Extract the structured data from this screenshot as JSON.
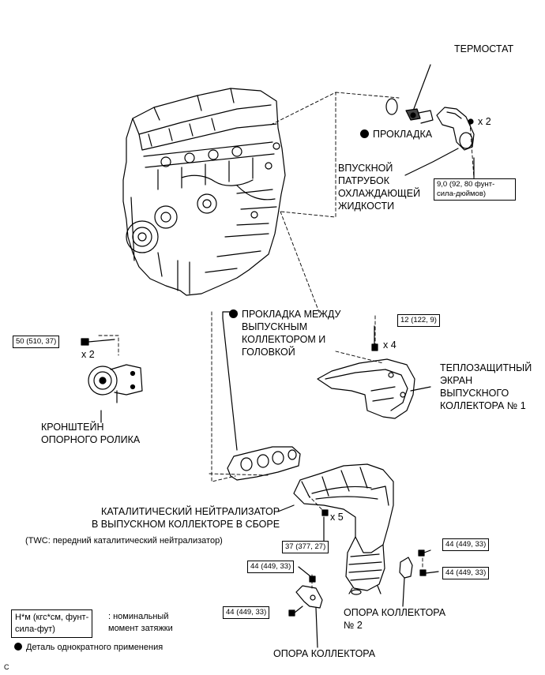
{
  "labels": {
    "thermostat": "ТЕРМОСТАТ",
    "gasket": "ПРОКЛАДКА",
    "x2_thermostat": "x 2",
    "water_inlet": "ВПУСКНОЙ\nПАТРУБОК\nОХЛАЖДАЮЩЕЙ\nЖИДКОСТИ",
    "manifold_gasket": "ПРОКЛАДКА МЕЖДУ\nВЫПУСКНЫМ\nКОЛЛЕКТОРОМ И\nГОЛОВКОЙ",
    "x2_idler": "x 2",
    "idler_bracket": "КРОНШТЕЙН\nОПОРНОГО РОЛИКА",
    "x4": "x 4",
    "heat_insulator": "ТЕПЛОЗАЩИТНЫЙ\nЭКРАН\nВЫПУСКНОГО\nКОЛЛЕКТОРА № 1",
    "converter": "КАТАЛИТИЧЕСКИЙ НЕЙТРАЛИЗАТОР\nВ ВЫПУСКНОМ КОЛЛЕКТОРЕ В СБОРЕ",
    "twc_note": "(TWC: передний каталитический нейтрализатор)",
    "x5": "x 5",
    "stay2": "ОПОРА КОЛЛЕКТОРА\n№ 2",
    "stay": "ОПОРА КОЛЛЕКТОРА",
    "corner_mark": "C"
  },
  "torque": {
    "inlet": "9,0 (92, 80 фунт-\nсила-дюймов)",
    "idler": "50 (510, 37)",
    "insulator": "12 (122, 9)",
    "converter": "37 (377, 27)",
    "stay2_top": "44 (449, 33)",
    "stay2_side": "44 (449, 33)",
    "stay_top": "44 (449, 33)",
    "stay_bottom": "44 (449, 33)"
  },
  "legend": {
    "torque_unit": "Н*м (кгс*см, фунт-\nсила-фут)",
    "torque_desc": ": номинальный\nмомент затяжки",
    "non_reusable": "Деталь однократного применения"
  }
}
